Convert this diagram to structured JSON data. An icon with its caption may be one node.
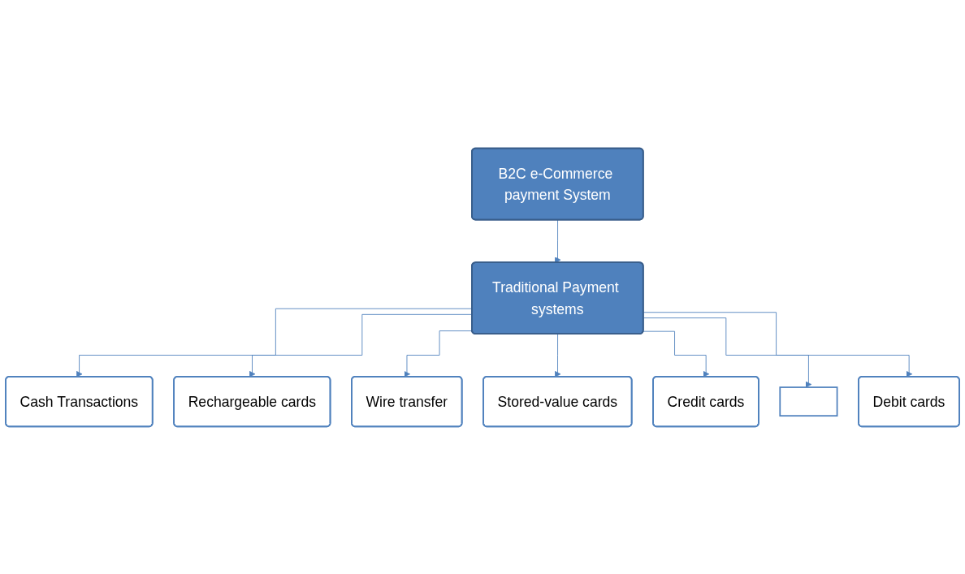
{
  "diagram": {
    "nodes": [
      {
        "text": [
          "B2C e-Commerce payment System"
        ]
      },
      {
        "text": [
          "Traditional Payment systems"
        ]
      },
      {
        "text": [
          "Cash Transactions"
        ]
      },
      {
        "text": [
          "Wire transfer"
        ]
      },
      {
        "text": [
          "Credit cards"
        ]
      },
      {
        "text": [
          "Debit cards"
        ]
      },
      {
        "text": [
          "Rechargeable cards"
        ]
      },
      {
        "text": [
          "Stored-value cards"
        ]
      },
      {
        "text": [],
        "shape": "box"
      }
    ],
    "edges": [
      {
        "from": 0,
        "to": 1,
        "arrow": "to"
      },
      {
        "from": 1,
        "to": 2,
        "arrow": "to"
      },
      {
        "from": 1,
        "to": 6,
        "arrow": "to"
      },
      {
        "from": 1,
        "to": 3,
        "arrow": "to"
      },
      {
        "from": 1,
        "to": 7,
        "arrow": "to"
      },
      {
        "from": 1,
        "to": 4,
        "arrow": "to"
      },
      {
        "from": 1,
        "to": 8,
        "arrow": "to"
      },
      {
        "from": 1,
        "to": 5,
        "arrow": "to"
      }
    ]
  }
}
